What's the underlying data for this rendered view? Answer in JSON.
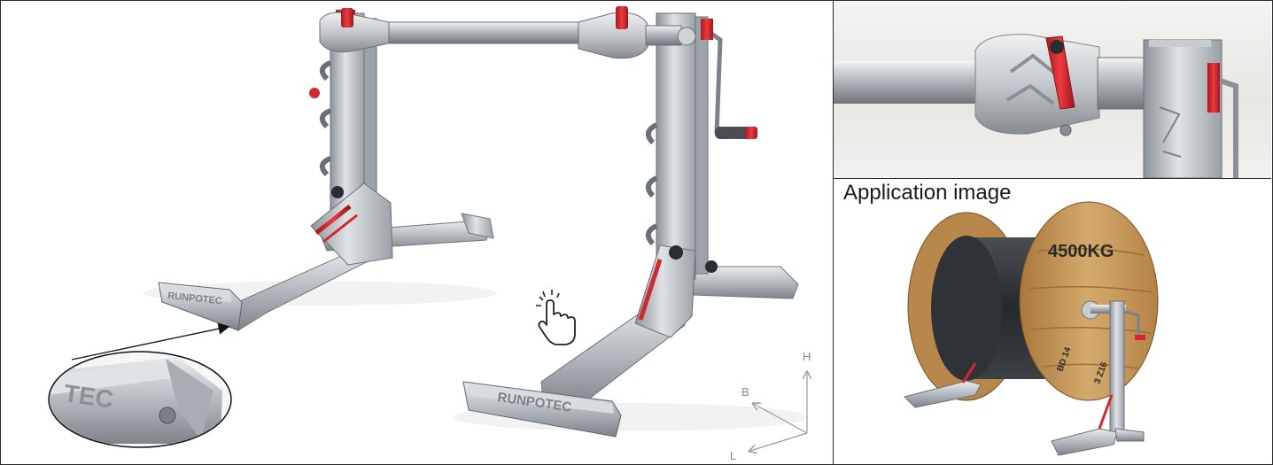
{
  "product": {
    "brand_mark": "RUNPOTEC",
    "zoom_brand_mark": "TEC"
  },
  "axes": {
    "height": "H",
    "width": "B",
    "length": "L"
  },
  "application": {
    "title": "Application image",
    "spool_load": "4500KG",
    "spool_marking_a": "BD 14",
    "spool_marking_b": "3 Z16"
  },
  "icons": {
    "hand": "pointer-hand-icon"
  },
  "colors": {
    "accent_red": "#d9262c",
    "steel": "#b7bcc1",
    "wood": "#c99a5b",
    "cable": "#2b2f33",
    "frame_border": "#2a2a2a"
  }
}
